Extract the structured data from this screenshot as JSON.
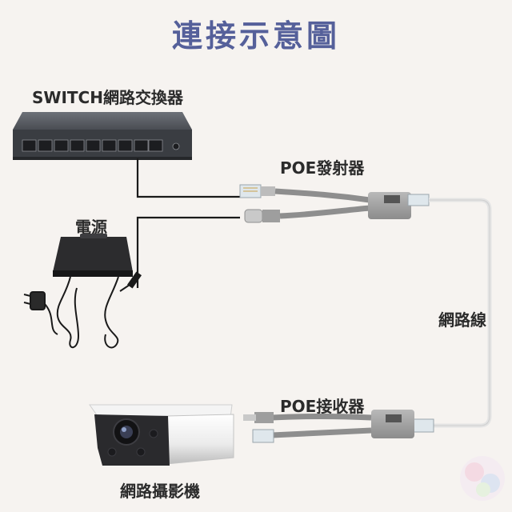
{
  "title": "連接示意圖",
  "labels": {
    "switch": "SWITCH網路交換器",
    "power": "電源",
    "poe_transmitter": "POE發射器",
    "network_cable": "網路線",
    "poe_receiver": "POE接收器",
    "camera": "網路攝影機"
  },
  "colors": {
    "title": "#55609a",
    "background": "#f6f3f0",
    "cable_black": "#1a1a1a",
    "cable_white": "#e8e8e8"
  }
}
